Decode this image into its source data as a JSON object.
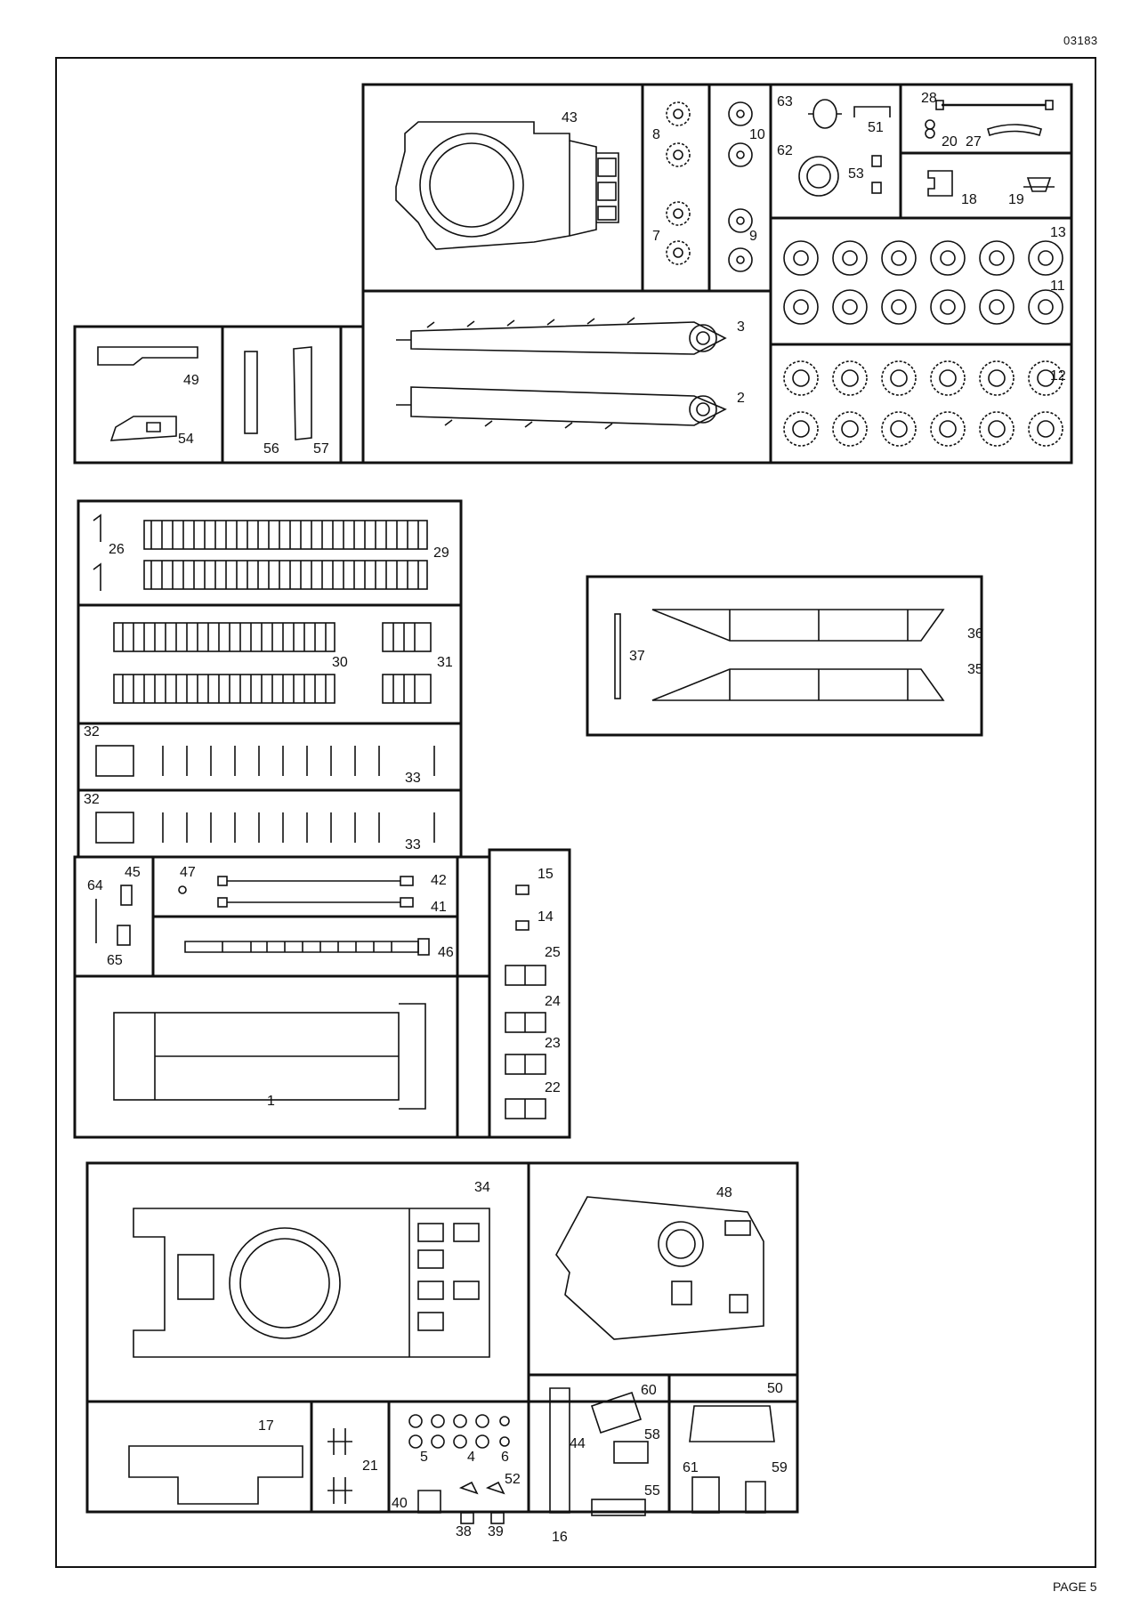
{
  "header": {
    "doc_code": "03183"
  },
  "footer": {
    "page_label": "PAGE 5"
  },
  "part_numbers": {
    "p1": "1",
    "p2": "2",
    "p3": "3",
    "p4": "4",
    "p5": "5",
    "p6": "6",
    "p7": "7",
    "p8": "8",
    "p9": "9",
    "p10": "10",
    "p11": "11",
    "p12": "12",
    "p13": "13",
    "p14": "14",
    "p15": "15",
    "p16": "16",
    "p17": "17",
    "p18": "18",
    "p19": "19",
    "p20": "20",
    "p21": "21",
    "p22": "22",
    "p23": "23",
    "p24": "24",
    "p25": "25",
    "p26": "26",
    "p27": "27",
    "p28": "28",
    "p29": "29",
    "p30": "30",
    "p31": "31",
    "p32": "32",
    "p33": "33",
    "p34": "34",
    "p35": "35",
    "p36": "36",
    "p37": "37",
    "p38": "38",
    "p39": "39",
    "p40": "40",
    "p41": "41",
    "p42": "42",
    "p43": "43",
    "p44": "44",
    "p45": "45",
    "p46": "46",
    "p47": "47",
    "p48": "48",
    "p49": "49",
    "p50": "50",
    "p51": "51",
    "p52": "52",
    "p53": "53",
    "p54": "54",
    "p55": "55",
    "p56": "56",
    "p57": "57",
    "p58": "58",
    "p59": "59",
    "p60": "60",
    "p61": "61",
    "p62": "62",
    "p63": "63",
    "p64": "64",
    "p65": "65"
  },
  "style": {
    "line_color": "#111111",
    "paper_color": "#ffffff"
  }
}
